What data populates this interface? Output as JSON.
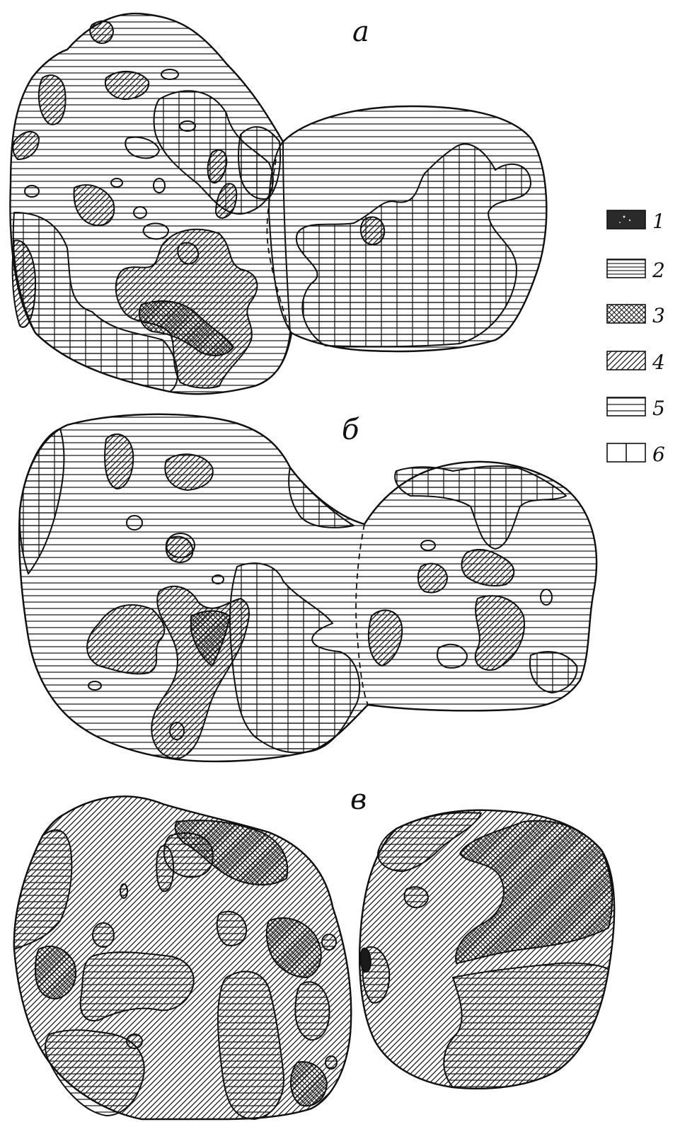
{
  "panels": [
    {
      "id": "a",
      "label": "а"
    },
    {
      "id": "b",
      "label": "б"
    },
    {
      "id": "c",
      "label": "в"
    }
  ],
  "legend": [
    {
      "num": "1",
      "pattern": "solid-dark"
    },
    {
      "num": "2",
      "pattern": "dense-horizontal-lines"
    },
    {
      "num": "3",
      "pattern": "cross-hatch"
    },
    {
      "num": "4",
      "pattern": "diagonal-hatch"
    },
    {
      "num": "5",
      "pattern": "horizontal-lines"
    },
    {
      "num": "6",
      "pattern": "grid"
    }
  ],
  "colors": {
    "ink": "#111111",
    "paper": "#ffffff"
  }
}
